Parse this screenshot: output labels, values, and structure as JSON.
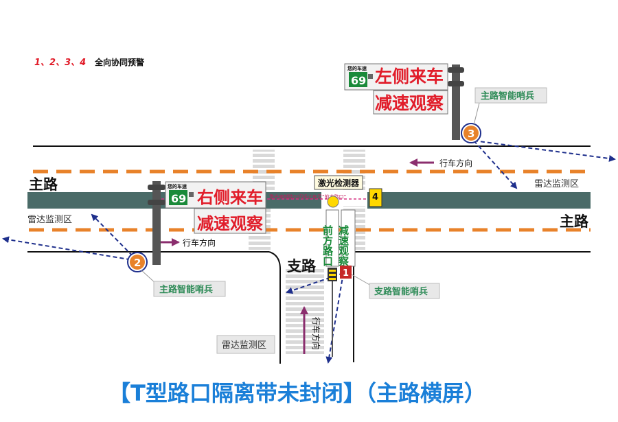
{
  "top_note": {
    "numbers": "1、2、3、4",
    "text": "全向协同预警"
  },
  "roads": {
    "main_road_left": "主路",
    "main_road_right": "主路",
    "branch_road": "支路"
  },
  "radar_zones": {
    "right": "雷达监测区",
    "left": "雷达监测区",
    "bottom": "雷达监测区"
  },
  "directions": {
    "upper_right": "行车方向",
    "lower_left": "行车方向",
    "branch": "行车方向"
  },
  "sentinel_labels": {
    "s3": "主路智能哨兵",
    "s2": "主路智能哨兵",
    "s1": "支路智能哨兵"
  },
  "sign_left_coming": {
    "speed_label": "您的车速",
    "speed": "69",
    "line1": "左侧来车",
    "line2": "减速观察"
  },
  "sign_right_coming": {
    "speed_label": "您的车速",
    "speed": "69",
    "line1": "右侧来车",
    "line2": "减速观察"
  },
  "branch_sign": {
    "col1": "前方路口",
    "col2": "减速观察"
  },
  "laser": {
    "label": "激光检测器",
    "beam_text": "激光穿越路口闪烁止在示”前方路口”",
    "post_number": "4"
  },
  "markers": {
    "m1": "1",
    "m2": "2",
    "m3": "3"
  },
  "colors": {
    "road_band": "#4a6b68",
    "dash_orange": "#e8822a",
    "sign_red": "#e11d2a",
    "speed_green": "#1a8a3a",
    "label_green": "#2e8b57",
    "title_blue": "#1a7fd8",
    "radar_blue": "#1e2f8c",
    "direction_purple": "#8b2e6e"
  },
  "title": "【T型路口隔离带未封闭】（主路横屏）"
}
